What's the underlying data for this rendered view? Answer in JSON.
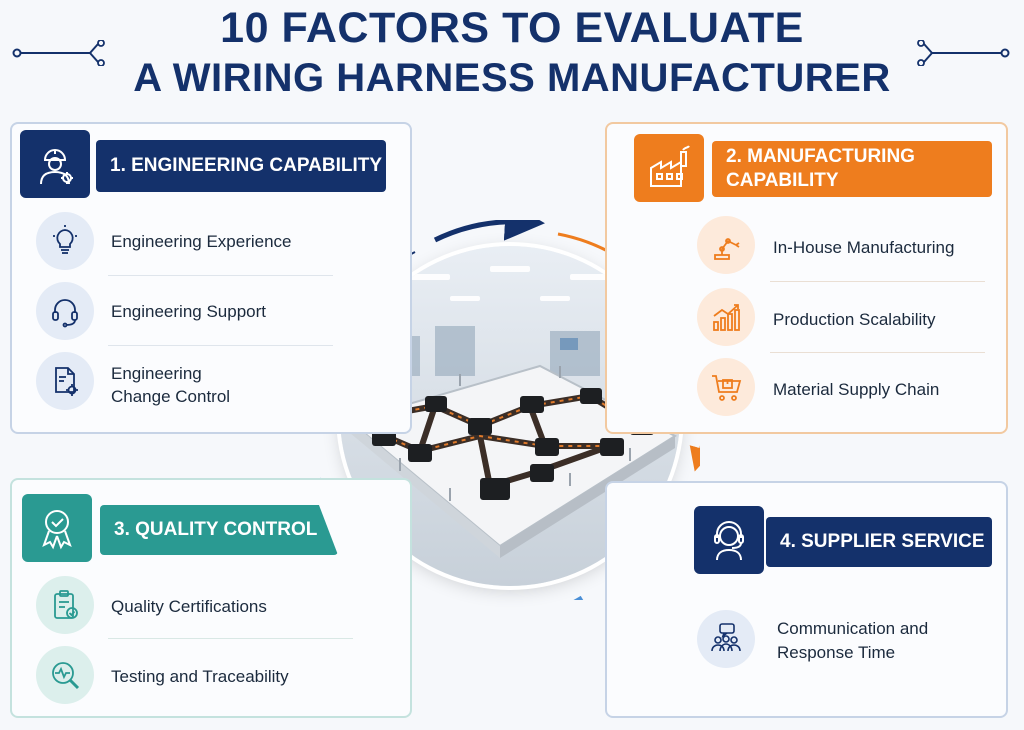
{
  "title": {
    "line1": "10 FACTORS TO EVALUATE",
    "line2": "A WIRING HARNESS MANUFACTURER"
  },
  "colors": {
    "navy": "#14316b",
    "orange": "#ee7d1e",
    "teal": "#2a9a92",
    "blue_arrow": "#4a8fd6"
  },
  "sections": {
    "engineering": {
      "header": "1. ENGINEERING CAPABILITY",
      "icon": "engineer-gear-icon",
      "items": [
        {
          "label": "Engineering Experience",
          "icon": "lightbulb-icon"
        },
        {
          "label": "Engineering Support",
          "icon": "headset-icon"
        },
        {
          "label_line1": "Engineering",
          "label_line2": "Change Control",
          "icon": "document-gear-icon"
        }
      ]
    },
    "manufacturing": {
      "header_line1": "2. MANUFACTURING",
      "header_line2": "CAPABILITY",
      "icon": "factory-icon",
      "items": [
        {
          "label": "In-House Manufacturing",
          "icon": "robot-arm-icon"
        },
        {
          "label": "Production Scalability",
          "icon": "growth-chart-icon"
        },
        {
          "label": "Material Supply Chain",
          "icon": "cart-box-icon"
        }
      ]
    },
    "quality": {
      "header": "3. QUALITY CONTROL",
      "icon": "award-check-icon",
      "items": [
        {
          "label": "Quality Certifications",
          "icon": "clipboard-check-icon"
        },
        {
          "label": "Testing and Traceability",
          "icon": "magnifier-pulse-icon"
        }
      ]
    },
    "supplier": {
      "header": "4. SUPPLIER SERVICE",
      "icon": "support-agent-icon",
      "items": [
        {
          "label_line1": "Communication and",
          "label_line2": "Response Time",
          "icon": "team-chat-icon"
        }
      ]
    }
  }
}
